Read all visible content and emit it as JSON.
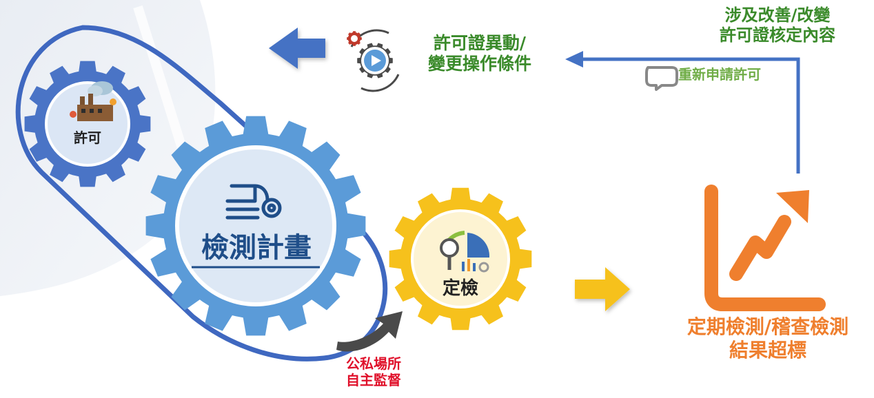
{
  "gears": {
    "permit": {
      "label": "許可",
      "color": "#4a74c6"
    },
    "plan": {
      "label": "檢測計畫",
      "color": "#5a9ad6"
    },
    "inspection": {
      "label": "定檢",
      "color": "#f6c11c"
    }
  },
  "labels": {
    "permit_change_line1": "許可證異動/",
    "permit_change_line2": "變更操作條件",
    "improve_line1": "涉及改善/改變",
    "improve_line2": "許可證核定內容",
    "reapply": "重新申請許可",
    "self_supervision_line1": "公私場所",
    "self_supervision_line2": "自主監督",
    "exceed_line1": "定期檢測/稽查檢測",
    "exceed_line2": "結果超標"
  },
  "colors": {
    "blue": "#4472c4",
    "green": "#3a8a2a",
    "light_green": "#70ad47",
    "orange": "#ef7f2e",
    "red": "#e0102a",
    "yellow": "#f6c11c",
    "gray_arrow": "#4a4a4a"
  },
  "icons": [
    "factory-icon",
    "documents-gear-icon",
    "analytics-magnifier-icon",
    "gear-play-icon",
    "chat-return-icon",
    "exceed-arrow-icon"
  ]
}
